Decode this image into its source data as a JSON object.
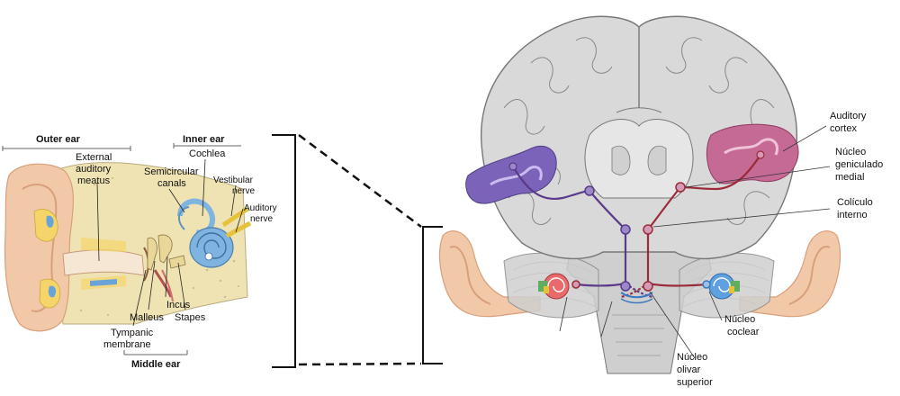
{
  "ear_panel": {
    "section_labels": {
      "outer_ear": "Outer ear",
      "inner_ear": "Inner ear",
      "middle_ear": "Middle ear"
    },
    "parts": {
      "external_auditory_meatus": [
        "External",
        "auditory",
        "meatus"
      ],
      "cochlea": "Cochlea",
      "semicircular_canals": [
        "Semicircular",
        "canals"
      ],
      "vestibular_nerve": [
        "Vestibular",
        "nerve"
      ],
      "auditory_nerve": [
        "Auditory",
        "nerve"
      ],
      "incus": "Incus",
      "malleus": "Malleus",
      "stapes": "Stapes",
      "tympanic_membrane": [
        "Tympanic",
        "membrane"
      ]
    }
  },
  "brain_panel": {
    "labels": {
      "auditory_cortex": [
        "Auditory",
        "cortex"
      ],
      "nucleo_geniculado_medial": [
        "Núcleo",
        "geniculado",
        "medial"
      ],
      "coliculo_interno": [
        "Colículo",
        "interno"
      ],
      "nucleo_coclear": [
        "Núcleo",
        "coclear"
      ],
      "nucleo_olivar_superior": [
        "Núcleo",
        "olivar",
        "superior"
      ]
    }
  },
  "colors": {
    "skin": "#f1c9a8",
    "skin_dark": "#d99f7a",
    "bone": "#efe3b4",
    "cochlea_blue": "#7fb3e0",
    "brain_gray": "#d9d9d9",
    "brain_outline": "#777777",
    "cortex_pink": "#c56a94",
    "cortex_purple": "#7a63b8",
    "pathway_red": "#9b2b3a",
    "pathway_purple": "#5b3a8a"
  }
}
